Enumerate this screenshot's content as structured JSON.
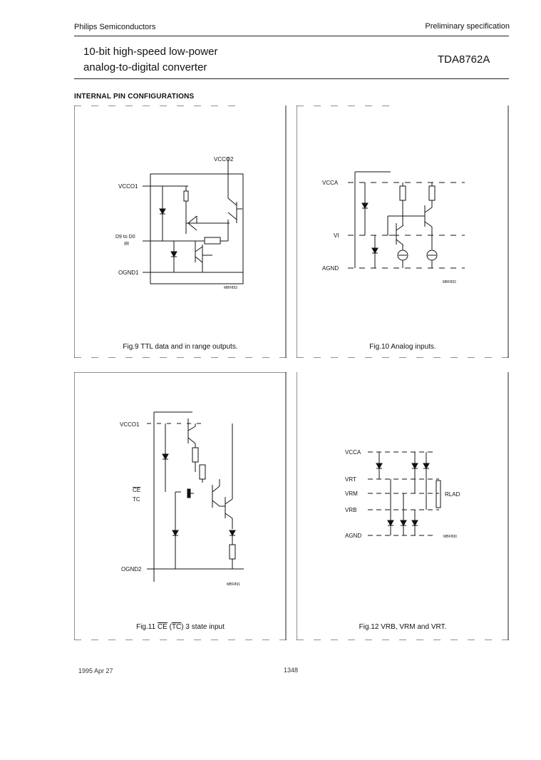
{
  "header": {
    "company": "Philips Semiconductors",
    "doc_status": "Preliminary specification",
    "title_line1": "10-bit high-speed low-power",
    "title_line2": "analog-to-digital converter",
    "part_number": "TDA8762A"
  },
  "section_title": "INTERNAL PIN CONFIGURATIONS",
  "figures": [
    {
      "caption": "Fig.9  TTL data and in range outputs.",
      "labels": {
        "vcco2": "VCCO2",
        "vcco1": "VCCO1",
        "d9d0": "D9 to D0",
        "ir": "IR",
        "ognd1": "OGND1",
        "code": "MBF893"
      }
    },
    {
      "caption": "Fig.10  Analog inputs.",
      "labels": {
        "vcca": "VCCA",
        "vi": "VI",
        "agnd": "AGND",
        "code": "MBF892"
      }
    },
    {
      "caption_prefix": "Fig.11",
      "caption_ce": "CE",
      "caption_tc": "TC",
      "caption_suffix": "3 state input",
      "labels": {
        "vcco1": "VCCO1",
        "ce": "CE",
        "tc": "TC",
        "ognd2": "OGND2",
        "code": "MBF891"
      }
    },
    {
      "caption": "Fig.12  VRB, VRM and VRT.",
      "labels": {
        "vcca": "VCCA",
        "vrt": "VRT",
        "vrm": "VRM",
        "vrb": "VRB",
        "agnd": "AGND",
        "rlad": "RLAD",
        "code": "MBF890"
      }
    }
  ],
  "footer": {
    "date": "1995 Apr 27",
    "page": "1348"
  }
}
